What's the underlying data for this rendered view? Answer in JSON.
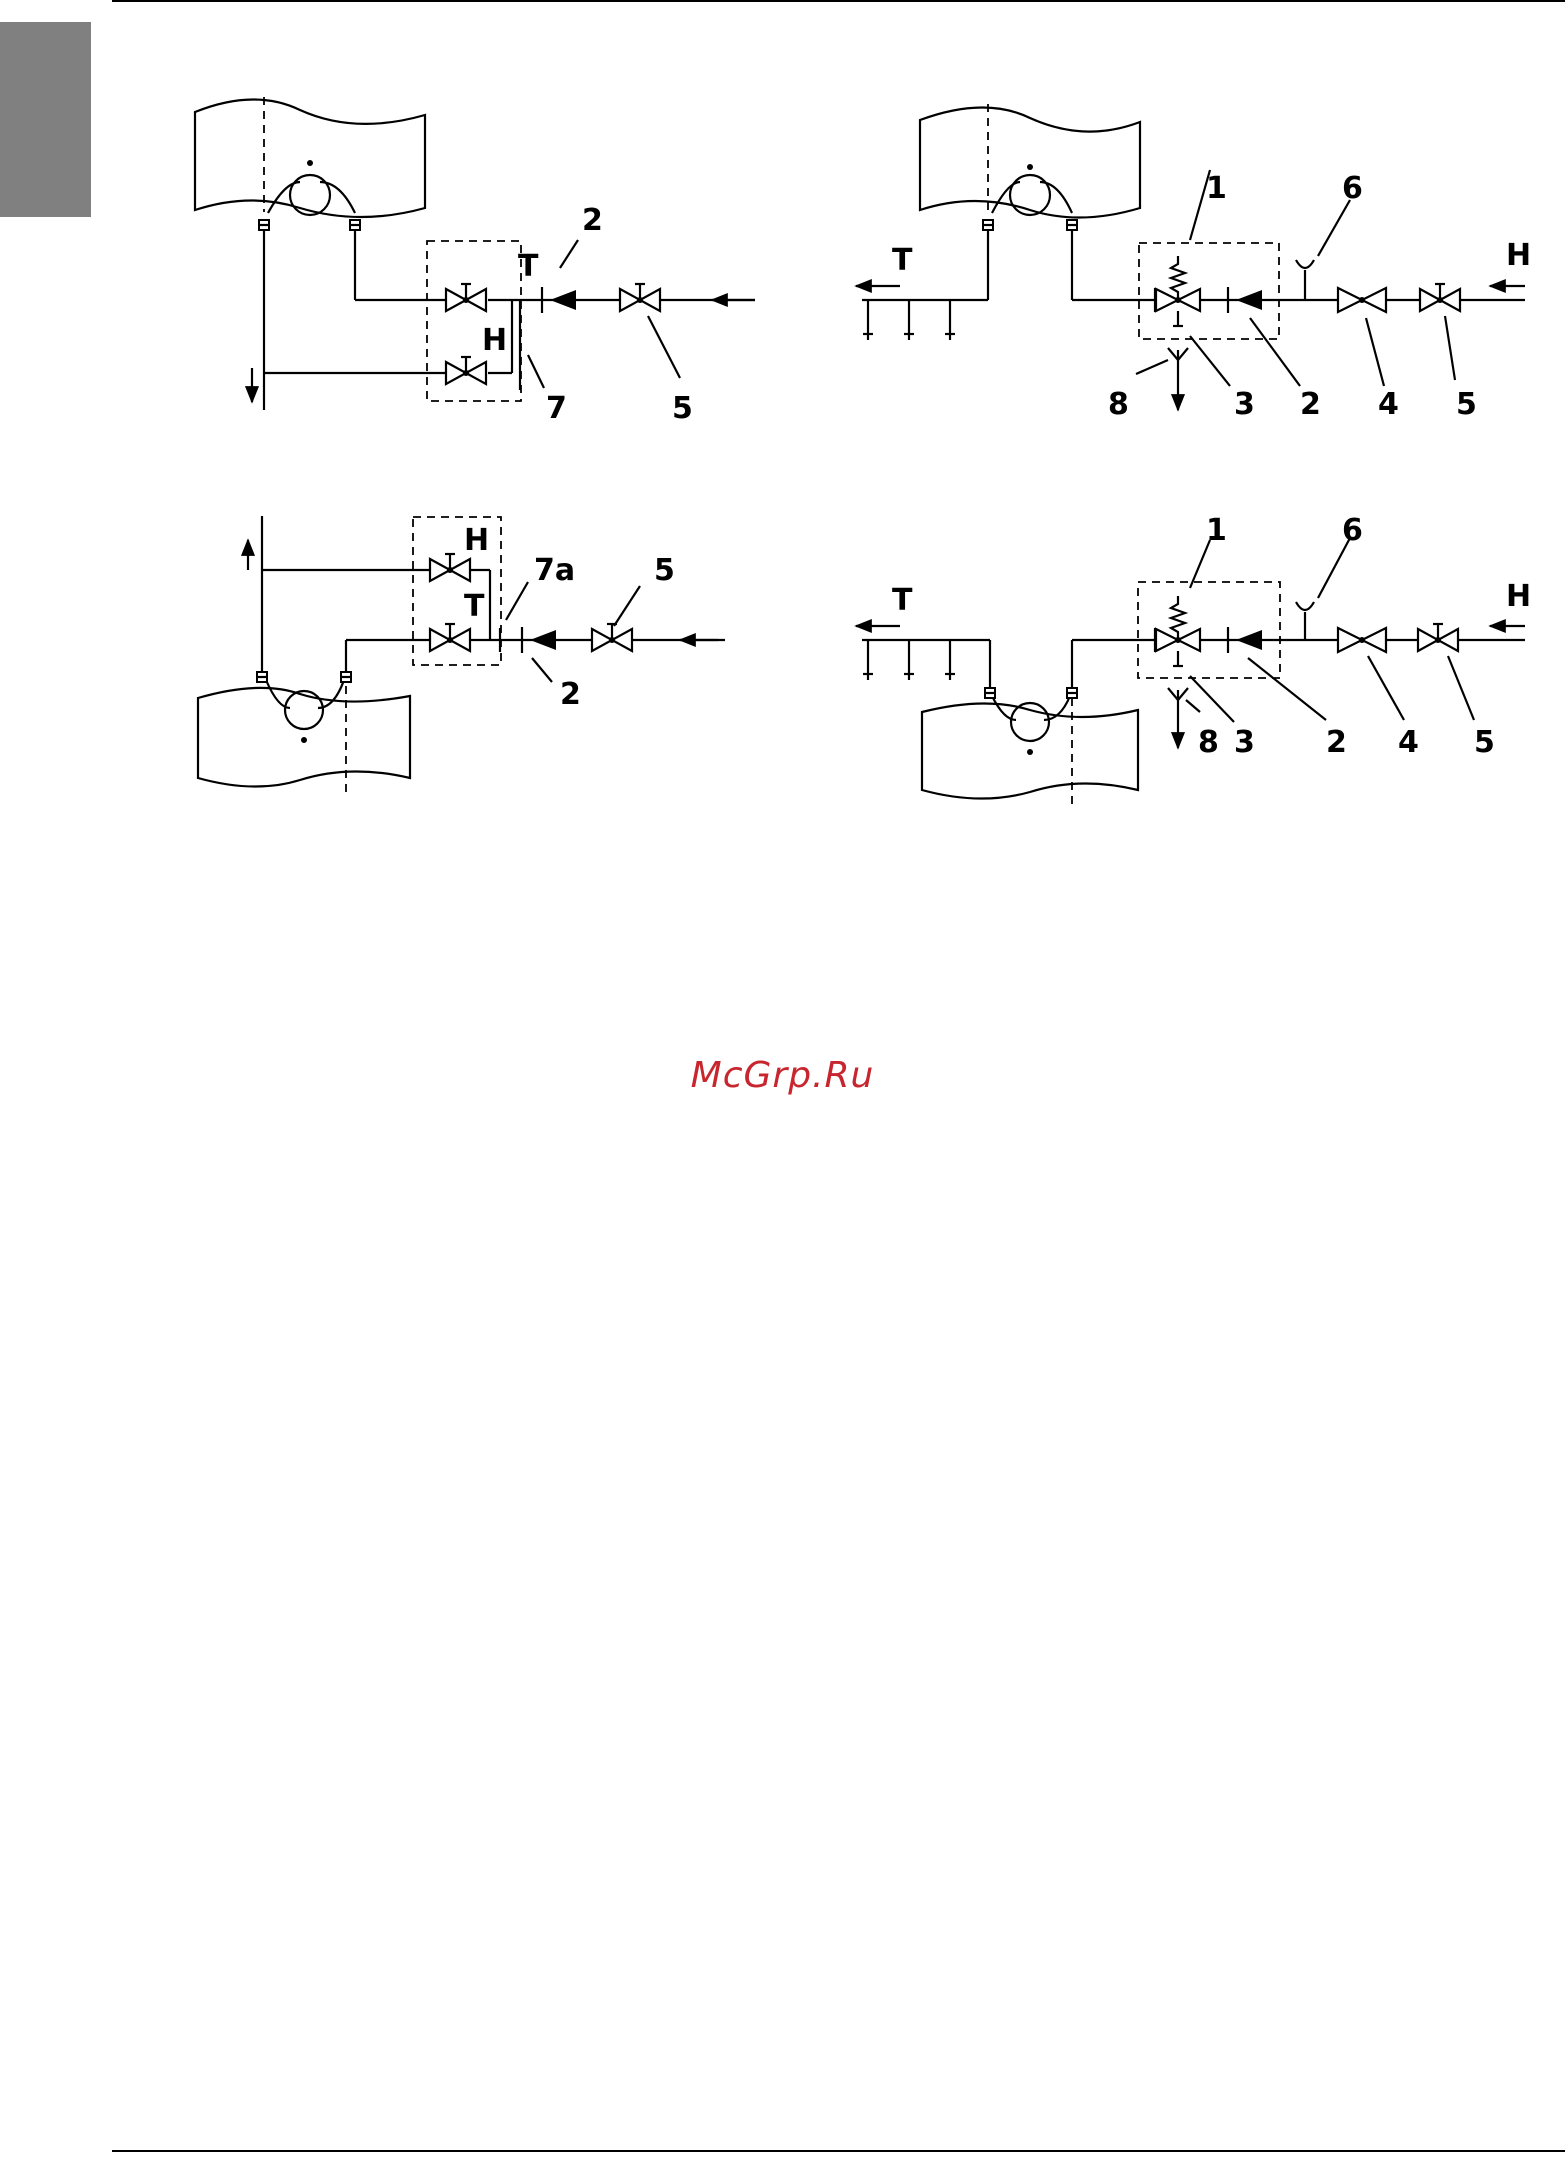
{
  "page": {
    "watermark": "McGrp.Ru"
  },
  "diagrams": [
    {
      "id": "a",
      "labels": {
        "hot": "T",
        "cold": "H",
        "n2": "2",
        "n5": "5",
        "n7": "7"
      }
    },
    {
      "id": "b",
      "labels": {
        "hot": "T",
        "cold": "H",
        "n1": "1",
        "n2": "2",
        "n3": "3",
        "n4": "4",
        "n5": "5",
        "n6": "6",
        "n8": "8"
      }
    },
    {
      "id": "c",
      "labels": {
        "hot": "T",
        "cold": "H",
        "n2": "2",
        "n5": "5",
        "n7a": "7a"
      }
    },
    {
      "id": "d",
      "labels": {
        "hot": "T",
        "cold": "H",
        "n1": "1",
        "n2": "2",
        "n3": "3",
        "n4": "4",
        "n5": "5",
        "n6": "6",
        "n8": "8"
      }
    }
  ],
  "colors": {
    "tab": "#808080",
    "watermark": "#c8262e",
    "ink": "#000000"
  }
}
